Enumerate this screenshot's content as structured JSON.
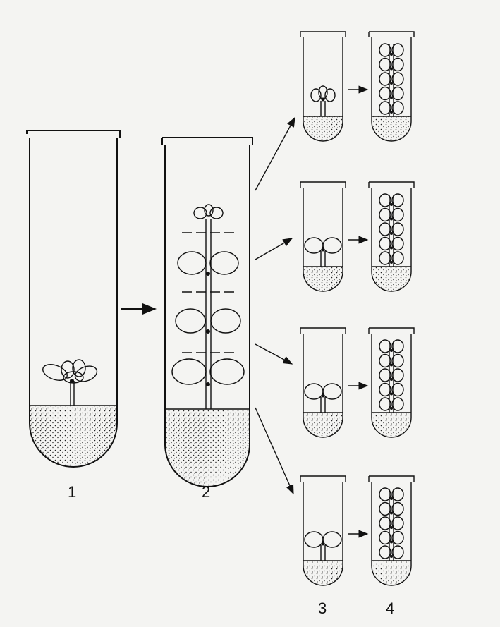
{
  "labels": {
    "tube1": "1",
    "tube2": "2",
    "column3": "3",
    "column4": "4"
  },
  "colors": {
    "background": "#f4f4f2",
    "ink": "#111111",
    "medium_dots": "#222222"
  }
}
